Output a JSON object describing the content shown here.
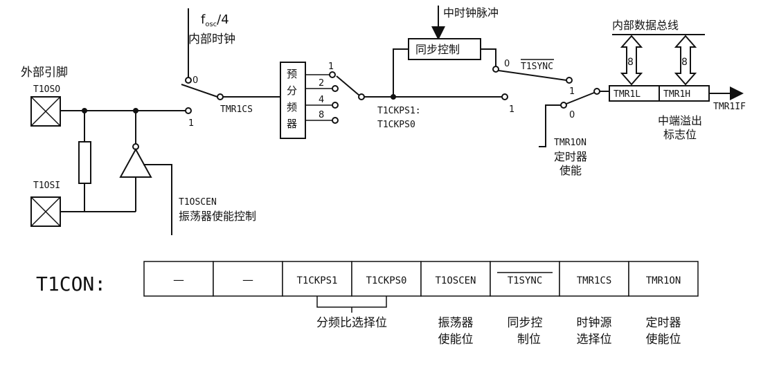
{
  "labels": {
    "fosc_f": "f",
    "fosc_sub": "osc",
    "fosc_div": "/4",
    "internal_clock": "内部时钟",
    "ext_pin": "外部引脚",
    "t1oso": "T1OSO",
    "t1osi": "T1OSI",
    "t1oscen": "T1OSCEN",
    "osc_enable_ctrl": "振荡器使能控制",
    "tmr1cs": "TMR1CS",
    "prescaler": [
      "预",
      "分",
      "频",
      "器"
    ],
    "presc_taps": [
      "1",
      "2",
      "4",
      "8"
    ],
    "t1ckps": "T1CKPS1:",
    "t1ckps2": "T1CKPS0",
    "sync_ctrl": "同步控制",
    "mid_clock_pulse": "中时钟脉冲",
    "t1sync": "T1SYNC",
    "internal_bus": "内部数据总线",
    "bus_width_1": "8",
    "bus_width_2": "8",
    "tmr1l": "TMR1L",
    "tmr1h": "TMR1H",
    "tmr1if": "TMR1IF",
    "interrupt_flag_1": "中端溢出",
    "interrupt_flag_2": "标志位",
    "tmr1on": "TMR1ON",
    "timer_enable_1": "定时器",
    "timer_enable_2": "使能",
    "sw_zero_a": "0",
    "sw_one_a": "1",
    "sw_zero_b": "0",
    "sw_one_b": "1",
    "sw_zero_c": "0",
    "sw_one_c": "1",
    "sw_one_d": "1"
  },
  "register": {
    "name": "T1CON:",
    "bits": [
      "—",
      "—",
      "T1CKPS1",
      "T1CKPS0",
      "T1OSCEN",
      "T1SYNC",
      "TMR1CS",
      "TMR1ON"
    ],
    "desc": {
      "ckps": "分频比选择位",
      "oscen_1": "振荡器",
      "oscen_2": "使能位",
      "sync_1": "同步控",
      "sync_2": "制位",
      "cs_1": "时钟源",
      "cs_2": "选择位",
      "on_1": "定时器",
      "on_2": "使能位"
    }
  }
}
